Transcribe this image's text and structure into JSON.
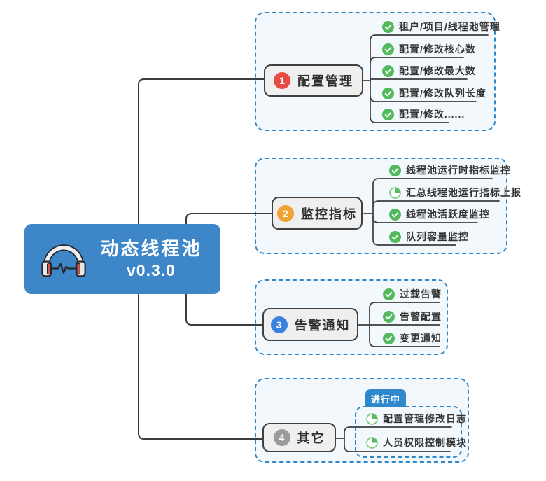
{
  "root": {
    "title": "动态线程池",
    "version": "v0.3.0"
  },
  "branches": [
    {
      "number": "1",
      "color": "#e64c41",
      "label": "配置管理",
      "items": [
        {
          "icon": "check-icon",
          "label": "租户/项目/线程池管理"
        },
        {
          "icon": "check-icon",
          "label": "配置/修改核心数"
        },
        {
          "icon": "check-icon",
          "label": "配置/修改最大数"
        },
        {
          "icon": "check-icon",
          "label": "配置/修改队列长度"
        },
        {
          "icon": "check-icon",
          "label": "配置/修改......"
        }
      ]
    },
    {
      "number": "2",
      "color": "#f0a232",
      "label": "监控指标",
      "items": [
        {
          "icon": "check-icon",
          "label": "线程池运行时指标监控"
        },
        {
          "icon": "progress-icon",
          "label": "汇总线程池运行指标上报"
        },
        {
          "icon": "check-icon",
          "label": "线程池活跃度监控"
        },
        {
          "icon": "check-icon",
          "label": "队列容量监控"
        }
      ]
    },
    {
      "number": "3",
      "color": "#3b82e0",
      "label": "告警通知",
      "items": [
        {
          "icon": "check-icon",
          "label": "过载告警"
        },
        {
          "icon": "check-icon",
          "label": "告警配置"
        },
        {
          "icon": "check-icon",
          "label": "变更通知"
        }
      ]
    },
    {
      "number": "4",
      "color": "#9b9b9b",
      "label": "其它",
      "badge": "进行中",
      "items": [
        {
          "icon": "progress-icon",
          "label": "配置管理修改日志"
        },
        {
          "icon": "progress-icon",
          "label": "人员权限控制模块"
        }
      ]
    }
  ],
  "colors": {
    "root_bg": "#3d87c8",
    "group_border": "#2f86c8",
    "group_bg": "#f3f8fc",
    "node_bg": "#efefef",
    "node_border": "#404040",
    "check_green": "#52b95c",
    "badge_bg": "#2e89cc",
    "connector": "#3c3c3c"
  }
}
